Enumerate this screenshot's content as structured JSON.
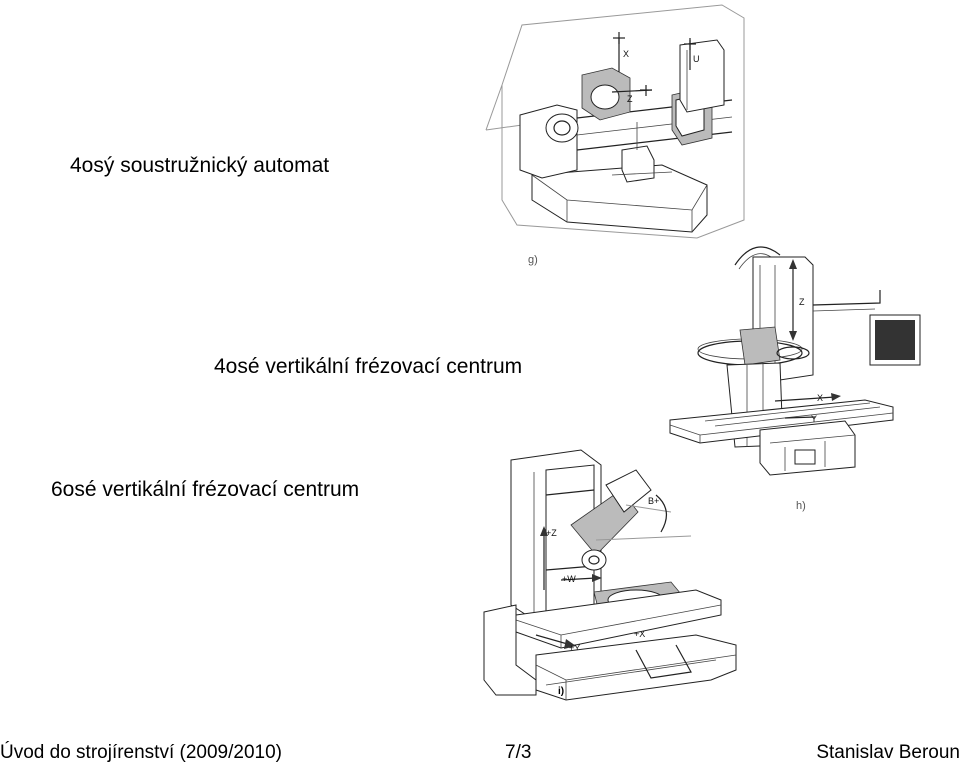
{
  "captions": {
    "lathe": "4osý soustružnický automat",
    "mill4": "4osé vertikální frézovací centrum",
    "mill6": "6osé vertikální frézovací centrum"
  },
  "figure_labels": {
    "g": "g)",
    "h": "h)",
    "i": "i)"
  },
  "axis_labels": {
    "g": [
      "X",
      "U",
      "Z"
    ],
    "h": [
      "Z",
      "X",
      "Y"
    ],
    "i": [
      "B+",
      "+Z",
      "+W",
      "+X",
      "+Y"
    ]
  },
  "footer": {
    "course": "Úvod do strojírenství (2009/2010)",
    "page": "7/3",
    "author": "Stanislav Beroun"
  }
}
